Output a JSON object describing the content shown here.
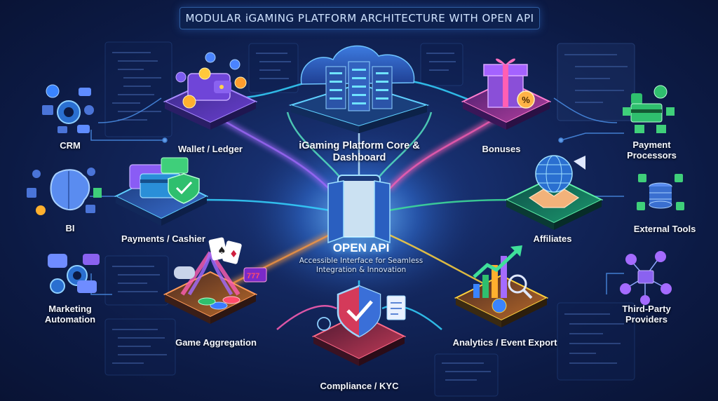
{
  "title": "MODULAR iGAMING PLATFORM ARCHITECTURE WITH OPEN API",
  "center": {
    "heading": "OPEN API",
    "subtitle": "Accessible Interface for Seamless Integration & Innovation"
  },
  "modules": {
    "core": "iGaming Platform Core & Dashboard",
    "wallet": "Wallet / Ledger",
    "bonuses": "Bonuses",
    "payments": "Payments / Cashier",
    "affiliates": "Affiliates",
    "games": "Game Aggregation",
    "analytics": "Analytics / Event Export",
    "compliance": "Compliance / KYC"
  },
  "left_tools": {
    "crm": "CRM",
    "bi": "BI",
    "marketing": "Marketing Automation"
  },
  "right_tools": {
    "payment_processors": "Payment Processors",
    "external_tools": "External Tools",
    "third_party": "Third-Party Providers"
  },
  "icons": [
    "cloud-server-icon",
    "wallet-icon",
    "gift-icon",
    "card-shield-icon",
    "globe-handshake-icon",
    "game-cards-icon",
    "growth-chart-icon",
    "shield-check-icon",
    "door-icon",
    "gear-icon",
    "brain-icon",
    "database-icon",
    "network-icon"
  ],
  "colors": {
    "background": "#0f2257",
    "cyan": "#35d4ff",
    "purple": "#a46bff",
    "green": "#3fe09a",
    "orange": "#ff9a3c",
    "pink": "#ff5fb4",
    "red": "#ff4b6a"
  }
}
